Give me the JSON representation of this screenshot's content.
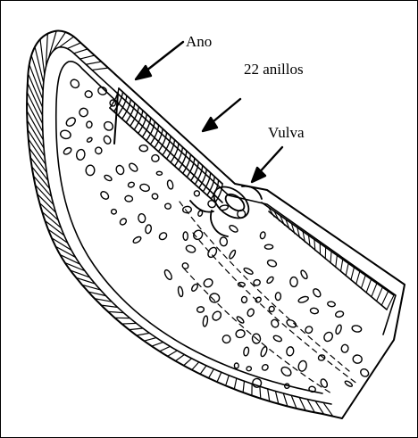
{
  "figure": {
    "subject": "nematode-posterior-end",
    "labels": {
      "anus": "Ano",
      "rings": "22 anillos",
      "vulva": "Vulva"
    }
  },
  "colors": {
    "line": "#000000",
    "background": "#ffffff",
    "border": "#000000"
  },
  "icons": {
    "arrow": "arrow-icon"
  }
}
